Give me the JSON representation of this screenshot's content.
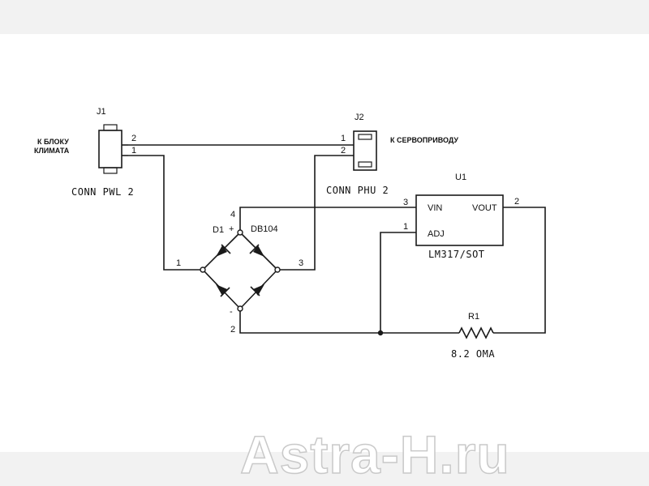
{
  "components": {
    "j1": {
      "ref": "J1",
      "value": "CONN PWL 2",
      "note": "К БЛОКУ",
      "note2": "КЛИМАТА",
      "pin_top": "2",
      "pin_bottom": "1"
    },
    "j2": {
      "ref": "J2",
      "value": "CONN PHU 2",
      "note": "К СЕРВОПРИВОДУ",
      "pin_top": "1",
      "pin_bottom": "2"
    },
    "d1": {
      "ref": "D1",
      "value": "DB104",
      "plus": "+",
      "minus": "-",
      "pin_top": "4",
      "pin_left": "1",
      "pin_right": "3",
      "pin_bottom": "2"
    },
    "u1": {
      "ref": "U1",
      "value": "LM317/SOT",
      "vin": "VIN",
      "vout": "VOUT",
      "adj": "ADJ",
      "pin_vin": "3",
      "pin_vout": "2",
      "pin_adj": "1"
    },
    "r1": {
      "ref": "R1",
      "value": "8.2 ОМА"
    }
  },
  "watermark": "Astra-H.ru",
  "colors": {
    "background": "#ffffff",
    "ink": "#1a1a1a",
    "band": "#f2f2f2",
    "watermark_outline": "#c9c9c9"
  }
}
